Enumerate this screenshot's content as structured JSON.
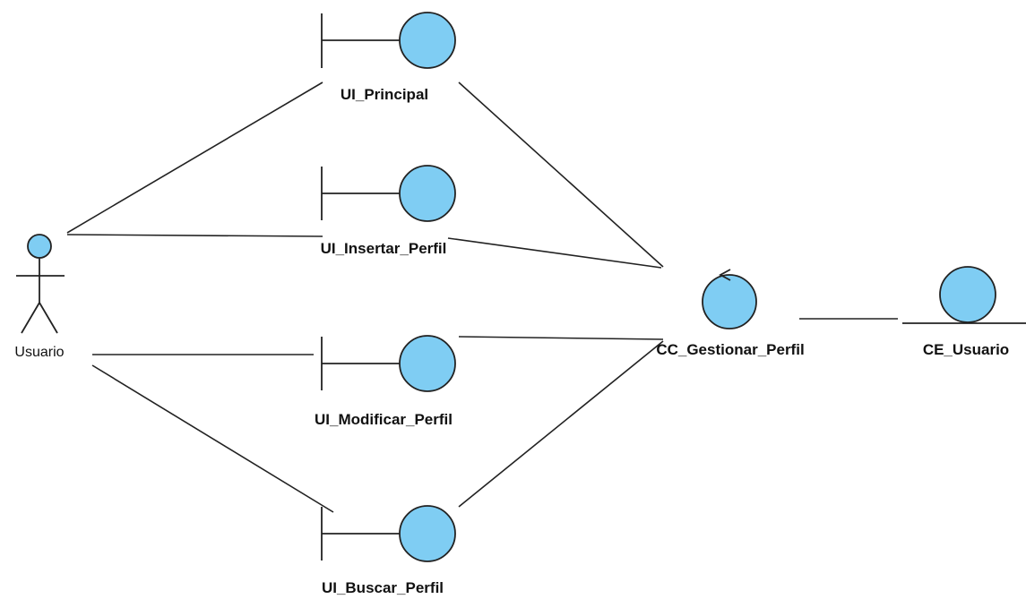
{
  "diagram": {
    "actor": {
      "label": "Usuario"
    },
    "boundaries": {
      "principal": {
        "label": "UI_Principal"
      },
      "insertar": {
        "label": "UI_Insertar_Perfil"
      },
      "modificar": {
        "label": "UI_Modificar_Perfil"
      },
      "buscar": {
        "label": "UI_Buscar_Perfil"
      }
    },
    "control": {
      "label": "CC_Gestionar_Perfil"
    },
    "entity": {
      "label": "CE_Usuario"
    },
    "colors": {
      "fill": "#7fcdf3",
      "stroke": "#222222",
      "text": "#111111"
    }
  }
}
